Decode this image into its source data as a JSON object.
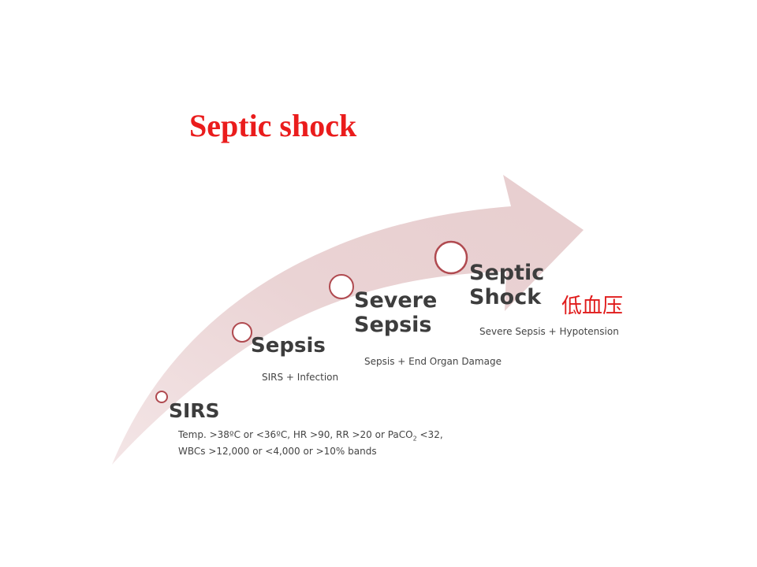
{
  "title": "Septic shock",
  "accent_color": "#ea1c1c",
  "arrow_color": "#e8cfd0",
  "circle_color": "#b04a50",
  "stages": [
    {
      "label": "SIRS",
      "desc_line1_a": "Temp. >38ºC or <36ºC, HR >90, RR >20 or PaCO",
      "desc_line1_sub": "2",
      "desc_line1_b": " <32,",
      "desc_line2": "WBCs >12,000 or <4,000 or >10% bands"
    },
    {
      "label": "Sepsis",
      "desc": "SIRS + Infection"
    },
    {
      "label": "Severe\nSepsis",
      "desc": "Sepsis + End Organ Damage"
    },
    {
      "label": "Septic\nShock",
      "desc": "Severe Sepsis + Hypotension"
    }
  ],
  "annotation": "低血压"
}
